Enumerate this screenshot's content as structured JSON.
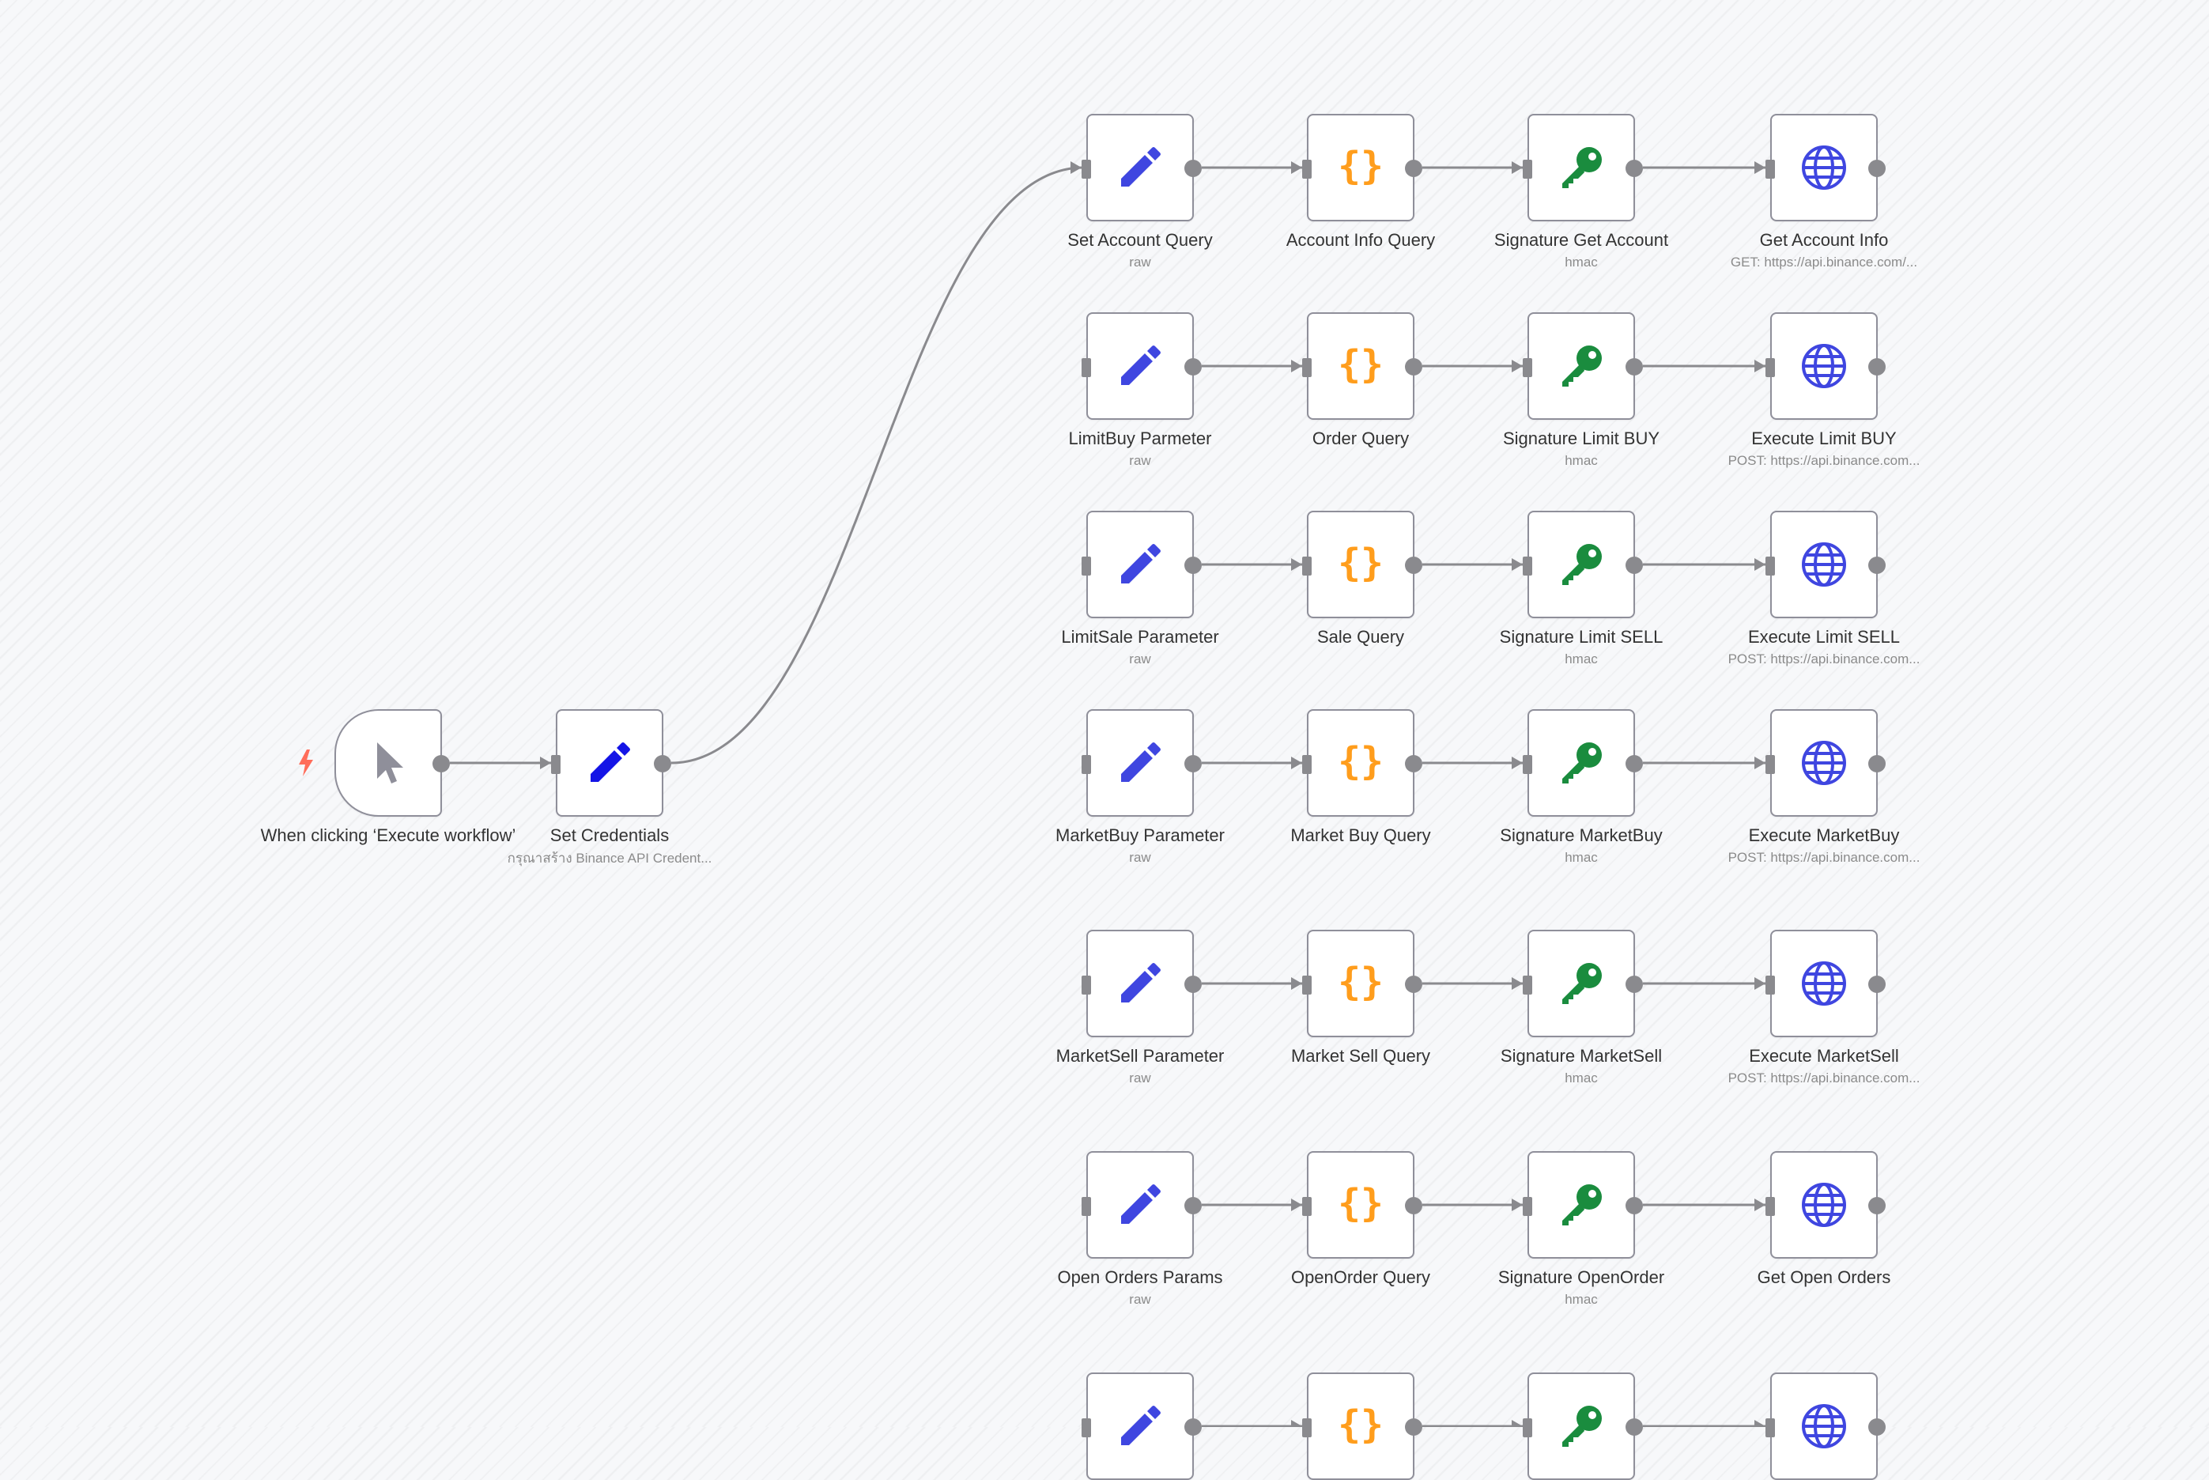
{
  "canvas": {
    "accent_trigger": "#ff6d5a",
    "edge_color": "#8a8a8e",
    "node_border": "#8f8f9a"
  },
  "trigger": {
    "name": "When clicking ‘Execute workflow’",
    "icon": "mouse-pointer-icon"
  },
  "credentials": {
    "name": "Set Credentials",
    "subtitle": "กรุณาสร้าง Binance API Credent...",
    "icon": "pencil-icon",
    "icon_color": "#1414e6"
  },
  "icons": {
    "set": {
      "name": "pencil-icon",
      "color": "#3f46e0"
    },
    "code": {
      "name": "code-braces-icon",
      "color": "#ff9d1c"
    },
    "crypto": {
      "name": "key-icon",
      "color": "#1a8c3e"
    },
    "http": {
      "name": "globe-icon",
      "color": "#3f46e0"
    }
  },
  "rows": [
    {
      "set": {
        "name": "Set Account Query",
        "sub": "raw"
      },
      "code": {
        "name": "Account Info Query"
      },
      "crypto": {
        "name": "Signature Get Account",
        "sub": "hmac"
      },
      "http": {
        "name": "Get Account Info",
        "sub": "GET: https://api.binance.com/..."
      }
    },
    {
      "set": {
        "name": "LimitBuy Parmeter",
        "sub": "raw"
      },
      "code": {
        "name": "Order Query"
      },
      "crypto": {
        "name": "Signature Limit BUY",
        "sub": "hmac"
      },
      "http": {
        "name": "Execute Limit BUY",
        "sub": "POST: https://api.binance.com..."
      }
    },
    {
      "set": {
        "name": "LimitSale Parameter",
        "sub": "raw"
      },
      "code": {
        "name": "Sale Query"
      },
      "crypto": {
        "name": "Signature Limit SELL",
        "sub": "hmac"
      },
      "http": {
        "name": "Execute Limit SELL",
        "sub": "POST: https://api.binance.com..."
      }
    },
    {
      "set": {
        "name": "MarketBuy Parameter",
        "sub": "raw"
      },
      "code": {
        "name": "Market Buy Query"
      },
      "crypto": {
        "name": "Signature MarketBuy",
        "sub": "hmac"
      },
      "http": {
        "name": "Execute MarketBuy",
        "sub": "POST: https://api.binance.com..."
      }
    },
    {
      "set": {
        "name": "MarketSell Parameter",
        "sub": "raw"
      },
      "code": {
        "name": "Market Sell Query"
      },
      "crypto": {
        "name": "Signature MarketSell",
        "sub": "hmac"
      },
      "http": {
        "name": "Execute MarketSell",
        "sub": "POST: https://api.binance.com..."
      }
    },
    {
      "set": {
        "name": "Open Orders Params",
        "sub": "raw"
      },
      "code": {
        "name": "OpenOrder Query"
      },
      "crypto": {
        "name": "Signature OpenOrder",
        "sub": "hmac"
      },
      "http": {
        "name": "Get Open Orders"
      }
    },
    {
      "set": {},
      "code": {},
      "crypto": {},
      "http": {}
    }
  ]
}
